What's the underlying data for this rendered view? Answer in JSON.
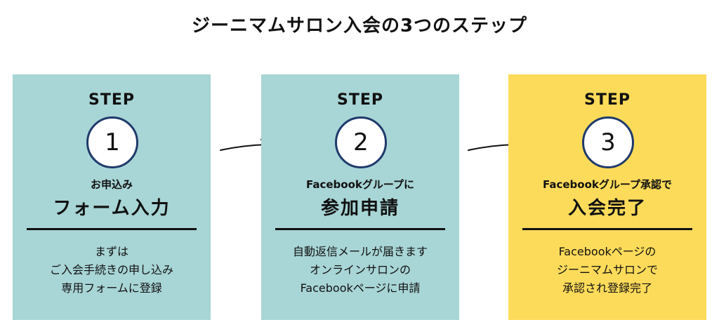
{
  "title": "ジーニマムサロン入会の3つのステップ",
  "colors": {
    "teal": "#a8d5d6",
    "yellow": "#fddb5a",
    "circle_border": "#1f3a6b"
  },
  "steps": [
    {
      "label": "STEP",
      "number": "1",
      "sub": "お申込み",
      "main": "フォーム入力",
      "desc": [
        "まずは",
        "ご入会手続きの申し込み",
        "専用フォームに登録"
      ],
      "bg": "#a8d5d6"
    },
    {
      "label": "STEP",
      "number": "2",
      "sub": "Facebookグループに",
      "main": "参加申請",
      "desc": [
        "自動返信メールが届きます",
        "オンラインサロンの",
        "Facebookページに申請"
      ],
      "bg": "#a8d5d6"
    },
    {
      "label": "STEP",
      "number": "3",
      "sub": "Facebookグループ承認で",
      "main": "入会完了",
      "desc": [
        "Facebookページの",
        "ジーニマムサロンで",
        "承認され登録完了"
      ],
      "bg": "#fddb5a"
    }
  ]
}
